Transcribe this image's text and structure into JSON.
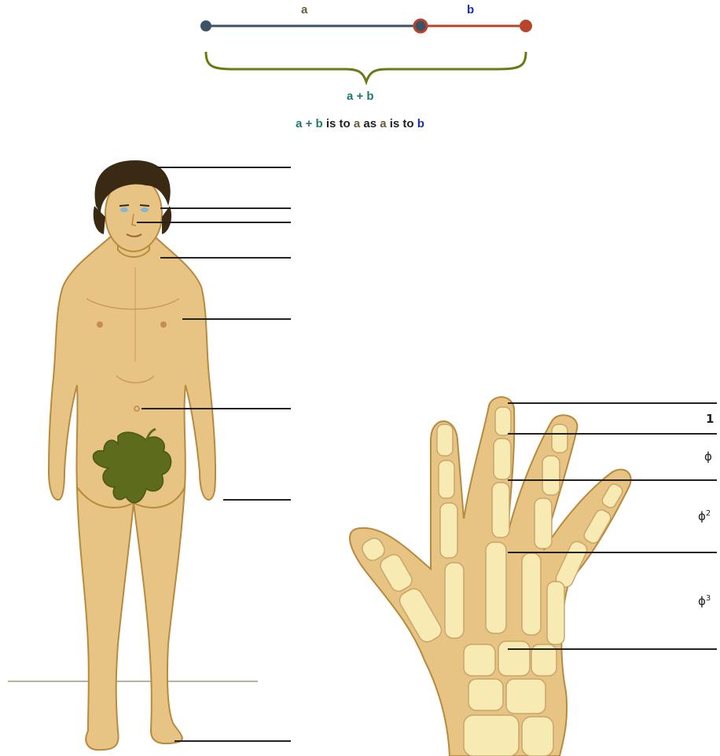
{
  "colors": {
    "a": "#6b5a3e",
    "b": "#1b2fa8",
    "sum": "#1f7a6d",
    "segment_a_line": "#3e5265",
    "segment_b_line": "#b8452a",
    "brace": "#6b7a12",
    "skin": "#e7c483",
    "skin_outline": "#b88a3e",
    "bone": "#f7eab3",
    "leaf": "#5d6b1d",
    "hair": "#3a2a14"
  },
  "golden_ratio": {
    "a_label": "a",
    "b_label": "b",
    "sum_label": "a + b",
    "caption": {
      "p1": "a + b",
      "p2": " is to ",
      "p3": "a",
      "p4": " as ",
      "p5": "a",
      "p6": " is to ",
      "p7": "b"
    }
  },
  "hand": {
    "ratios": [
      {
        "base": "1",
        "exp": ""
      },
      {
        "base": "ϕ",
        "exp": ""
      },
      {
        "base": "ϕ",
        "exp": "2"
      },
      {
        "base": "ϕ",
        "exp": "3"
      }
    ]
  }
}
